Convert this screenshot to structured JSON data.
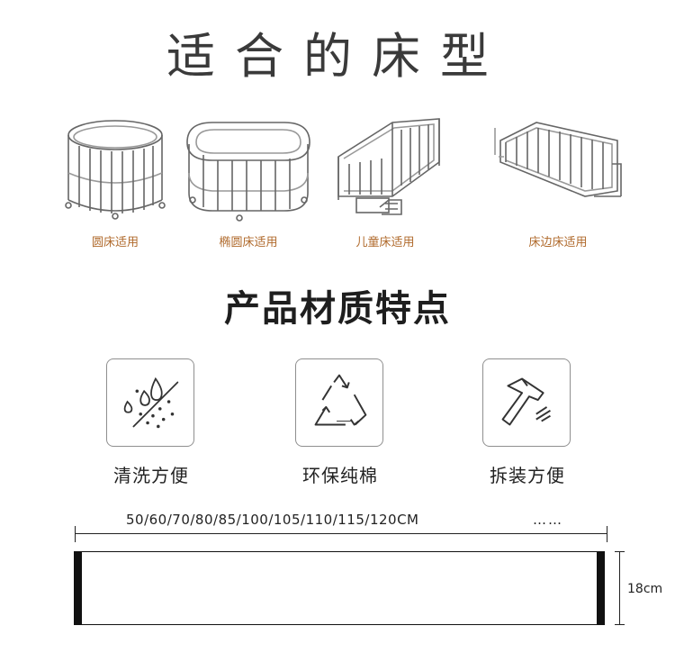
{
  "header": {
    "title": "适合的床型"
  },
  "bed_types": [
    {
      "label": "圆床适用",
      "icon": "round-crib-icon"
    },
    {
      "label": "椭圆床适用",
      "icon": "oval-crib-icon"
    },
    {
      "label": "儿童床适用",
      "icon": "child-bed-icon"
    },
    {
      "label": "床边床适用",
      "icon": "bedside-crib-icon"
    }
  ],
  "materials": {
    "title": "产品材质特点"
  },
  "features": [
    {
      "label": "清洗方便",
      "icon": "water-drops-icon"
    },
    {
      "label": "环保纯棉",
      "icon": "recycle-icon"
    },
    {
      "label": "拆装方便",
      "icon": "hammer-icon"
    }
  ],
  "dimensions": {
    "lengths": "50/60/70/80/85/100/105/110/115/120CM",
    "more": "……",
    "height": "18cm"
  },
  "colors": {
    "label_accent": "#b06a2c",
    "line": "#222222"
  }
}
